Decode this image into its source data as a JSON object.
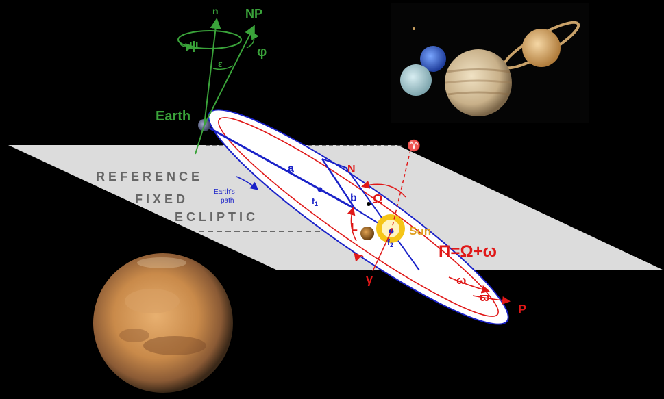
{
  "labels": {
    "n": "n",
    "np": "NP",
    "psi": "ψ",
    "phi": "φ",
    "epsilon": "ε",
    "earth": "Earth",
    "a": "a",
    "b": "b",
    "f1": "f",
    "f1_sub": "1",
    "f2": "f",
    "f2_sub": "2",
    "n_node": "N",
    "omega_cap": "Ω",
    "l": "L",
    "sun": "Sun",
    "formula": "Π=Ω+ω",
    "gamma": "γ",
    "omega_small": "ω",
    "varpi": "ϖ",
    "p": "P",
    "aries": "♈",
    "earths_path_line1": "Earth's",
    "earths_path_line2": "path",
    "plane_line1": "REFERENCE",
    "plane_line2": "FIXED",
    "plane_line3": "ECLIPTIC"
  },
  "colors": {
    "background": "#000000",
    "plane": "#dcdcdc",
    "orbit_fill": "#ffffff",
    "orbit_blue": "#1a22c8",
    "orbit_red": "#e01818",
    "green": "#3aa33a",
    "sun_yellow": "#f5c518",
    "sun_label": "#e0a020",
    "plane_text": "#666666"
  }
}
